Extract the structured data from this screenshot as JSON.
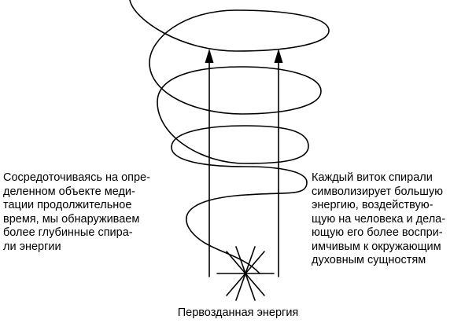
{
  "captions": {
    "left_lines": [
      "Сосредоточиваясь на опре-",
      "деленном объекте меди-",
      "тации продолжительное",
      "время, мы обнаруживаем",
      "более глубинные спира-",
      "ли энергии"
    ],
    "right_lines": [
      "Каждый виток спирали",
      "символизирует большую",
      "энергию, воздействую-",
      "щую на человека и дела-",
      "ющую его более воспри-",
      "имчивым к окружающим",
      "духовным сущностям"
    ],
    "bottom": "Первозданная энергия"
  },
  "colors": {
    "ink": "#000000",
    "background": "#ffffff"
  },
  "icons": {
    "source": "star-burst-icon",
    "arrow": "arrowhead-icon"
  }
}
